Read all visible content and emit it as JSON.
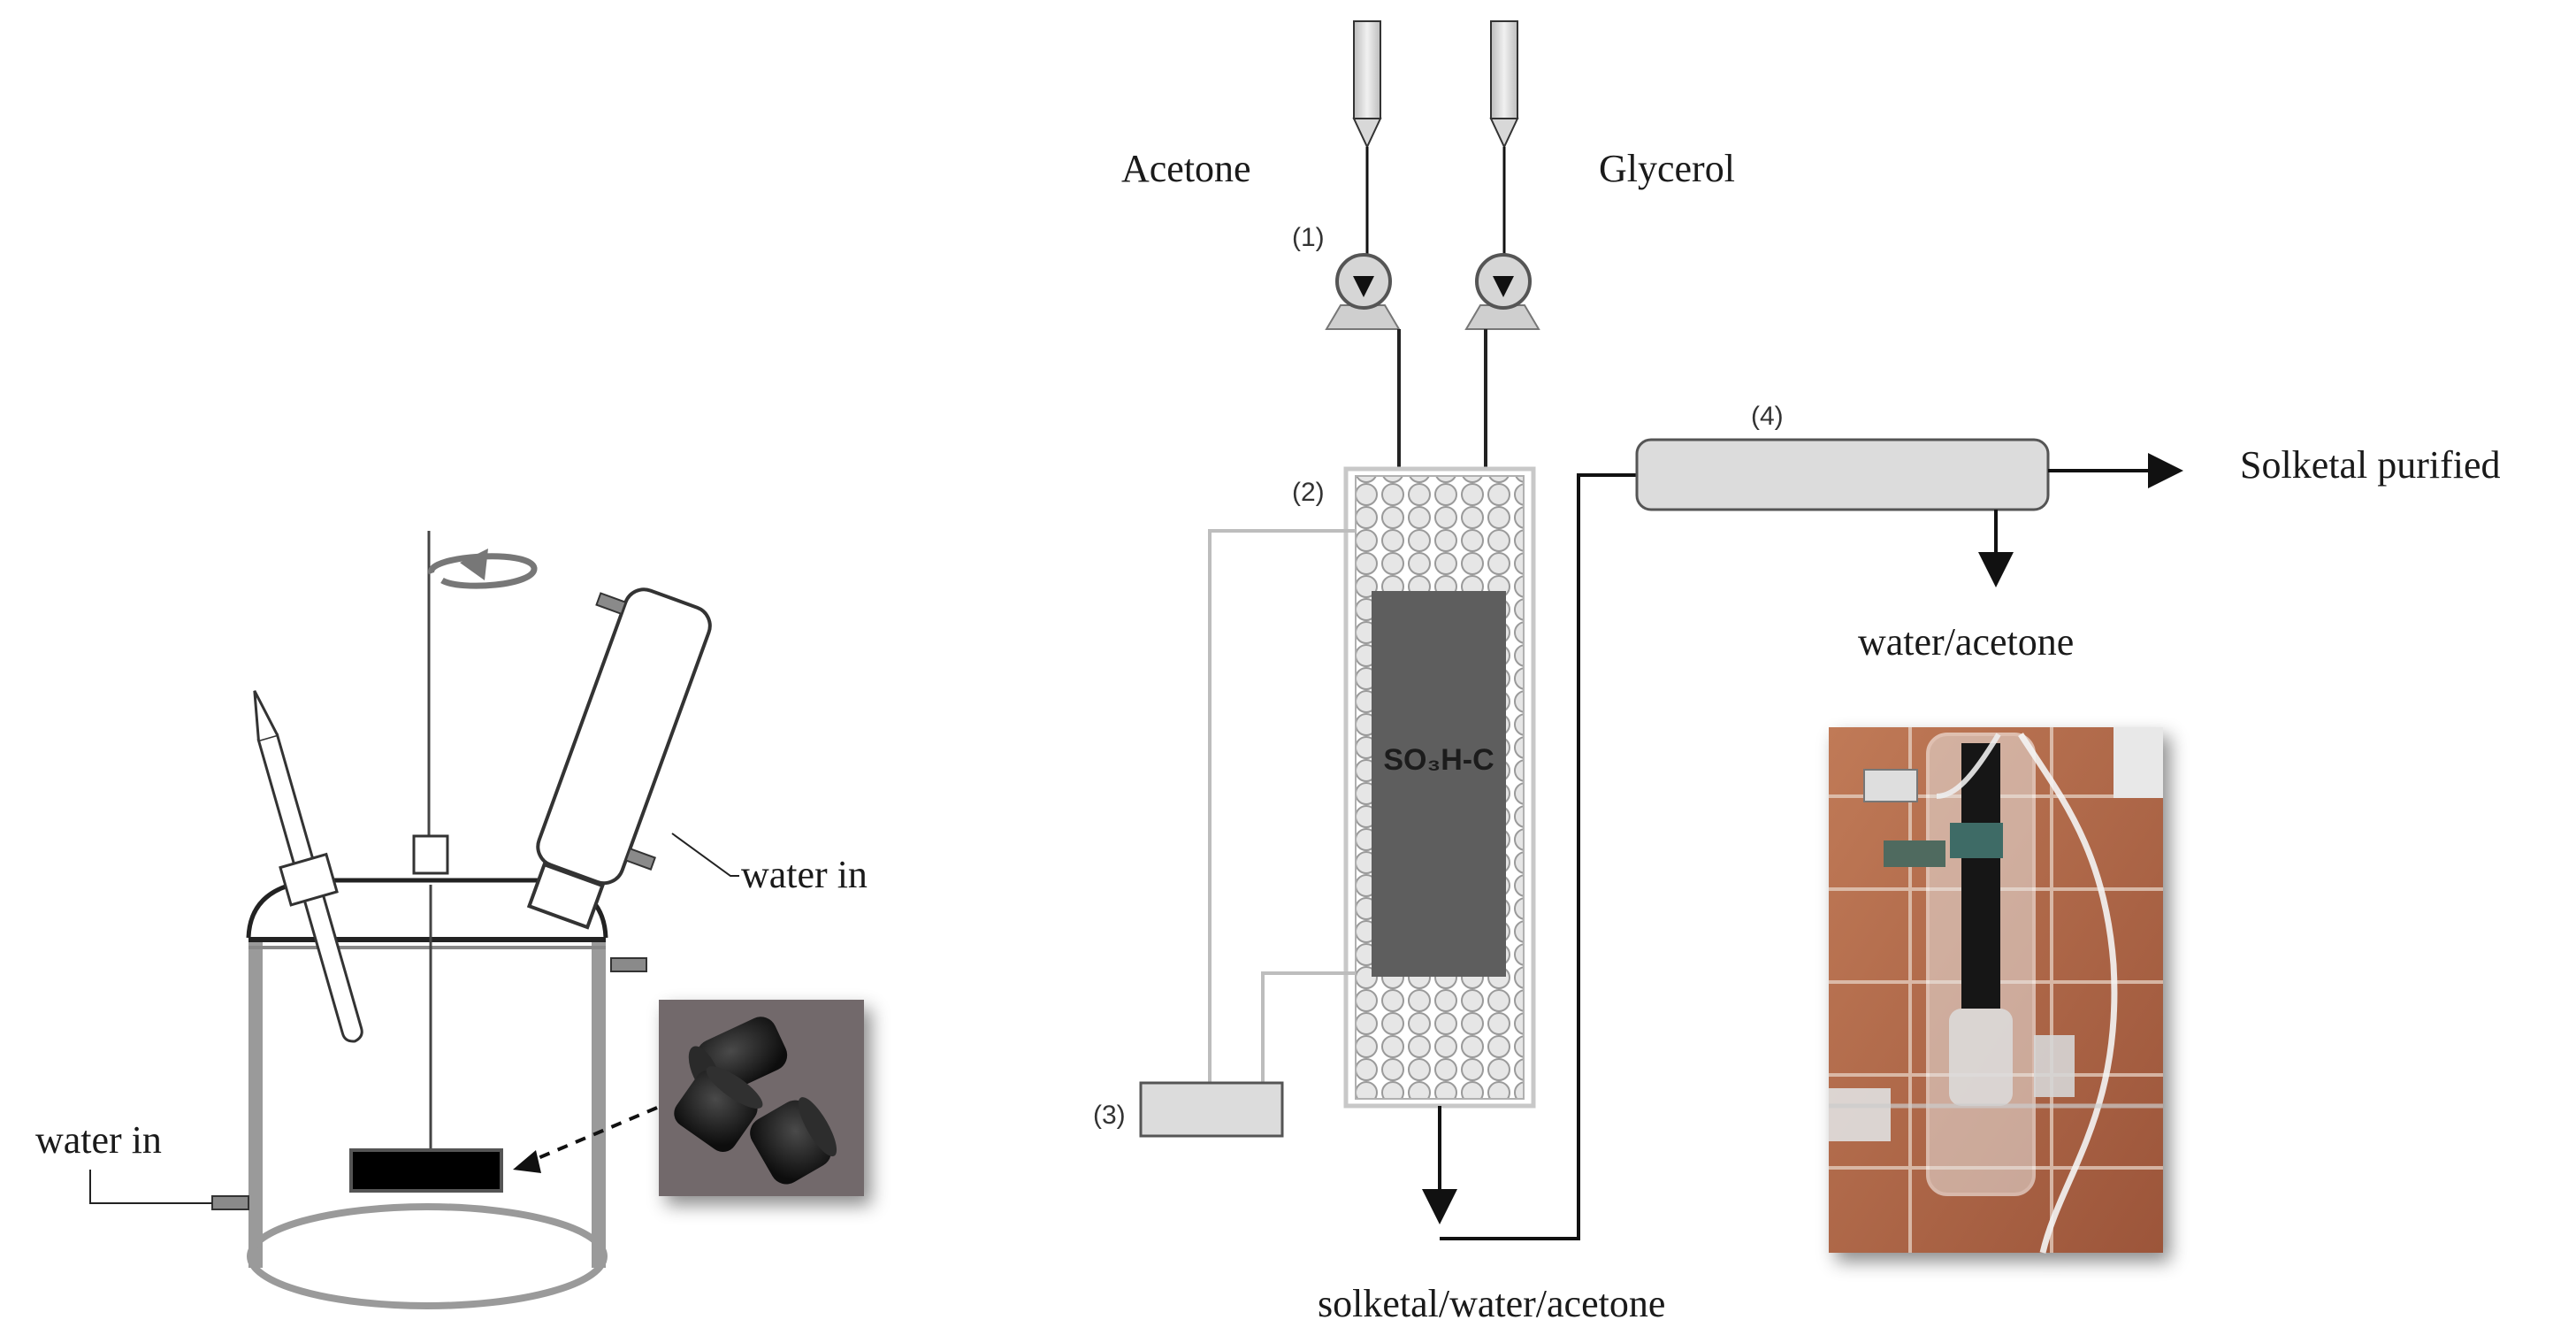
{
  "batch_reactor": {
    "water_in_top": "water in",
    "water_in_bottom": "water in"
  },
  "flow_system": {
    "feed_left": "Acetone",
    "feed_right": "Glycerol",
    "pump_marker": "(1)",
    "reactor_marker": "(2)",
    "controller_marker": "(3)",
    "separator_marker": "(4)",
    "catalyst": "SO₃H-C",
    "product_top": "Solketal purified",
    "byproduct": "water/acetone",
    "outlet": "solketal/water/acetone"
  },
  "colors": {
    "catalyst_bed": "#5e5e5e",
    "beads": "#c9c9c9",
    "apparatus_gray": "#8f8f8f",
    "tile": "#b4684a"
  }
}
